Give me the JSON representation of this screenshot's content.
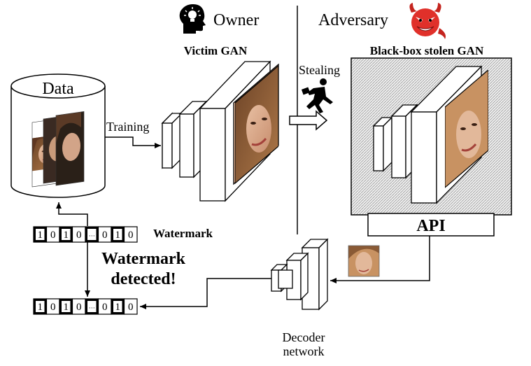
{
  "header": {
    "owner_label": "Owner",
    "adversary_label": "Adversary"
  },
  "labels": {
    "data": "Data",
    "training": "Training",
    "victim_gan": "Victim GAN",
    "stealing": "Stealing",
    "stolen_gan": "Black-box stolen GAN",
    "api": "API",
    "watermark": "Watermark",
    "watermark_detected_line1": "Watermark",
    "watermark_detected_line2": "detected!",
    "decoder_line1": "Decoder",
    "decoder_line2": "network"
  },
  "watermark_bits": [
    "1",
    "0",
    "1",
    "0",
    "···",
    "0",
    "1",
    "0"
  ],
  "decoded_bits": [
    "1",
    "0",
    "1",
    "0",
    "···",
    "0",
    "1",
    "0"
  ],
  "icons": {
    "owner": "lightbulb-head-icon",
    "adversary": "devil-face-icon",
    "stealing": "running-thief-icon"
  },
  "colors": {
    "devil": "#e0302a",
    "face_skin": "#d9a88a",
    "hair": "#8a5a35",
    "hatch": "#bdbdbd"
  }
}
